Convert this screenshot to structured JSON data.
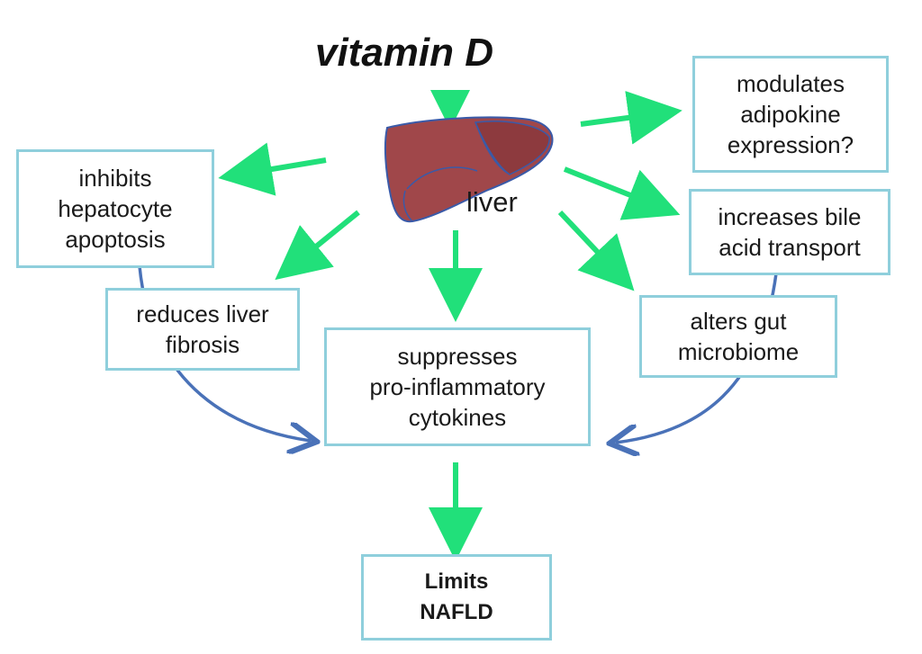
{
  "title": "vitamin D",
  "organ_label": "liver",
  "boxes": {
    "adipokine": [
      "modulates",
      "adipokine",
      "expression?"
    ],
    "apoptosis": [
      "inhibits",
      "hepatocyte",
      "apoptosis"
    ],
    "bile": [
      "increases bile",
      "acid transport"
    ],
    "fibrosis": [
      "reduces liver",
      "fibrosis"
    ],
    "gut": [
      "alters gut",
      "microbiome"
    ],
    "cytokines": [
      "suppresses",
      "pro-inflammatory",
      "cytokines"
    ],
    "outcome": [
      "Limits",
      "NAFLD"
    ]
  },
  "colors": {
    "green_arrow": "#21e07a",
    "blue_arrow": "#4a72b8",
    "box_border": "#8fcfdc",
    "liver_fill": "#a0474a",
    "liver_lobe": "#8d3a3e",
    "liver_outline": "#3a5aa8"
  },
  "icons": {
    "organ": "liver-icon"
  }
}
